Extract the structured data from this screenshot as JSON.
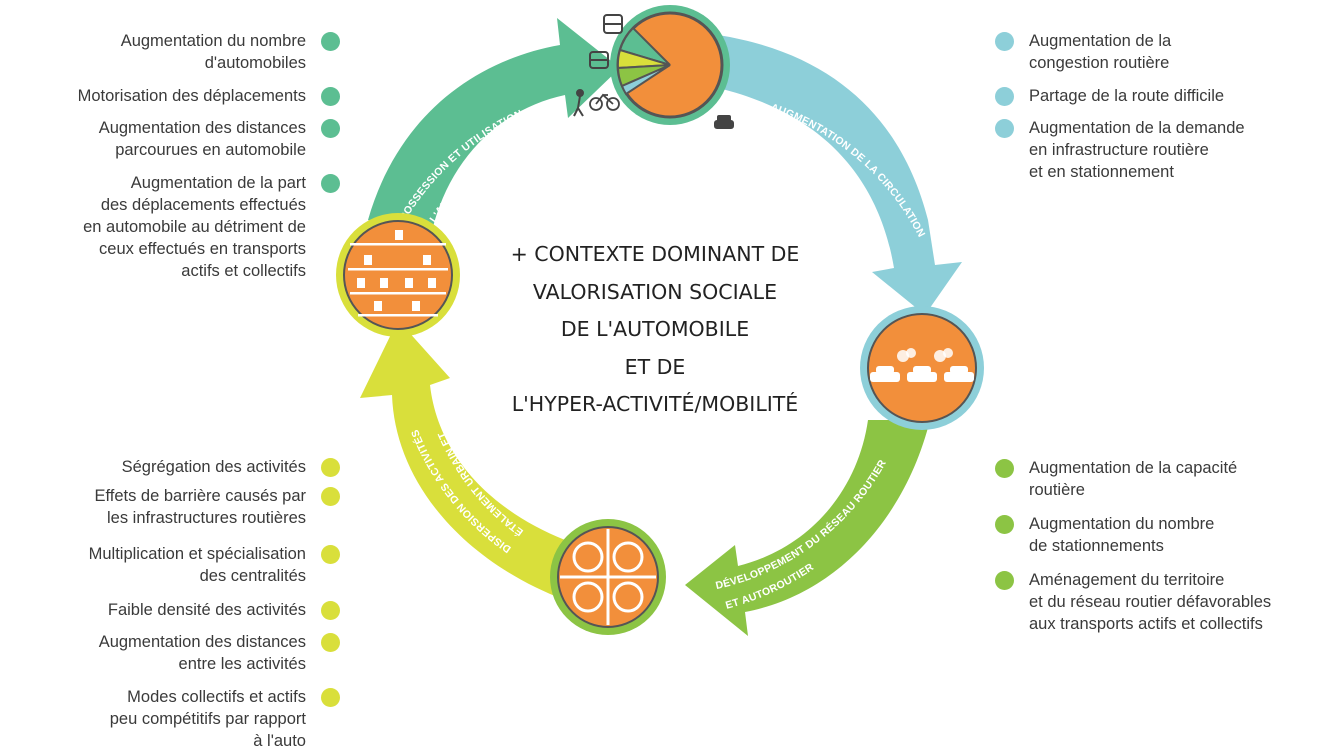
{
  "center_text": "+ CONTEXTE DOMINANT DE\nVALORISATION SOCIALE\nDE L'AUTOMOBILE\nET DE\nL'HYPER-ACTIVITÉ/MOBILITÉ",
  "arrows": {
    "top_left": [
      "POSSESSION ET UTILISATION",
      "DE L'AUTOMOBILE À LA HAUSSE"
    ],
    "top_right": "AUGMENTATION DE LA CIRCULATION",
    "bottom_right": [
      "DÉVELOPPEMENT DU RÉSEAU ROUTIER",
      "ET AUTOROUTIER"
    ],
    "bottom_left": [
      "ÉTALEMENT URBAIN ET",
      "DISPERSION DES ACTIVITÉS"
    ]
  },
  "colors": {
    "teal_green": "#5cbe92",
    "light_blue": "#8dcfd9",
    "green": "#8cc444",
    "yellow_green": "#d9df3b",
    "orange": "#f28f3b"
  },
  "icons": [
    "bus-icon",
    "pedestrian-icon",
    "bicycle-icon",
    "car-icon",
    "pie-mode-share-icon",
    "buildings-icon",
    "traffic-cars-icon",
    "interchange-icon"
  ],
  "lists": {
    "top_left": [
      "Augmentation du nombre\nd'automobiles",
      "Motorisation des déplacements",
      "Augmentation des distances\nparcourues en automobile",
      "Augmentation de la part\ndes déplacements effectués\nen automobile au détriment de\nceux effectués en transports\nactifs et collectifs"
    ],
    "top_right": [
      "Augmentation de la\ncongestion routière",
      "Partage de la route difficile",
      "Augmentation de la demande\nen infrastructure routière\net en stationnement"
    ],
    "bottom_right": [
      "Augmentation de la capacité\nroutière",
      "Augmentation du nombre\nde stationnements",
      "Aménagement du territoire\net du réseau routier défavorables\naux transports actifs et collectifs"
    ],
    "bottom_left": [
      "Ségrégation des activités",
      "Effets de barrière causés par\nles infrastructures routières",
      "Multiplication et spécialisation\ndes centralités",
      "Faible densité des activités",
      "Augmentation des distances\nentre les activités",
      "Modes collectifs et actifs\npeu compétitifs par rapport\nà l'auto"
    ]
  }
}
